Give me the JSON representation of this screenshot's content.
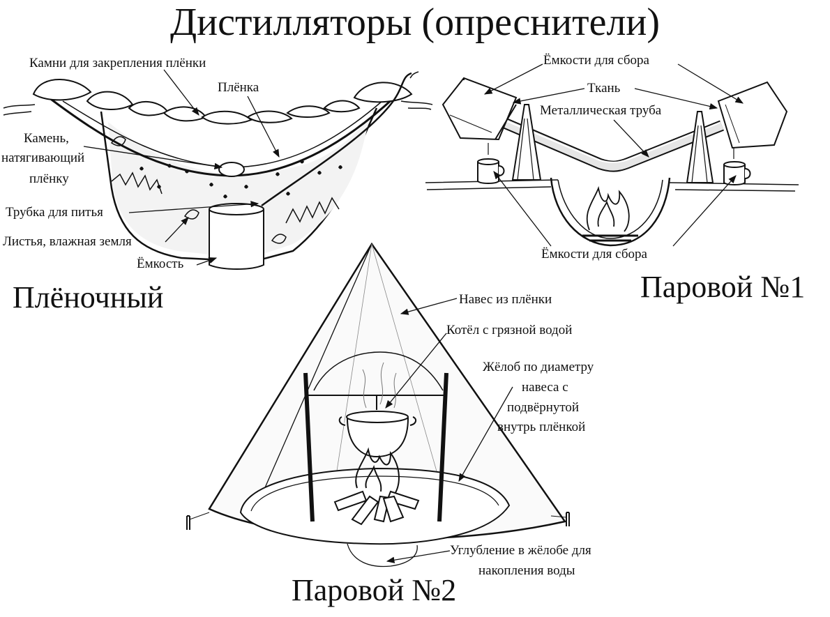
{
  "title": "Дистилляторы (опреснители)",
  "sections": {
    "film": {
      "name": "Плёночный",
      "labels": {
        "stones": "Камни для закрепления плёнки",
        "film": "Плёнка",
        "stone_tension_1": "Камень,",
        "stone_tension_2": "натягивающий",
        "stone_tension_3": "плёнку",
        "tube": "Трубка для питья",
        "leaves": "Листья, влажная земля",
        "container": "Ёмкость"
      }
    },
    "steam1": {
      "name": "Паровой №1",
      "labels": {
        "containers_top": "Ёмкости для сбора",
        "cloth": "Ткань",
        "pipe": "Металлическая труба",
        "containers_bottom": "Ёмкости для сбора"
      }
    },
    "steam2": {
      "name": "Паровой №2",
      "labels": {
        "canopy": "Навес из плёнки",
        "pot": "Котёл с грязной водой",
        "gutter_1": "Жёлоб по диаметру",
        "gutter_2": "навеса с",
        "gutter_3": "подвёрнутой",
        "gutter_4": "внутрь плёнкой",
        "pit_1": "Углубление в жёлобе для",
        "pit_2": "накопления воды"
      }
    }
  }
}
